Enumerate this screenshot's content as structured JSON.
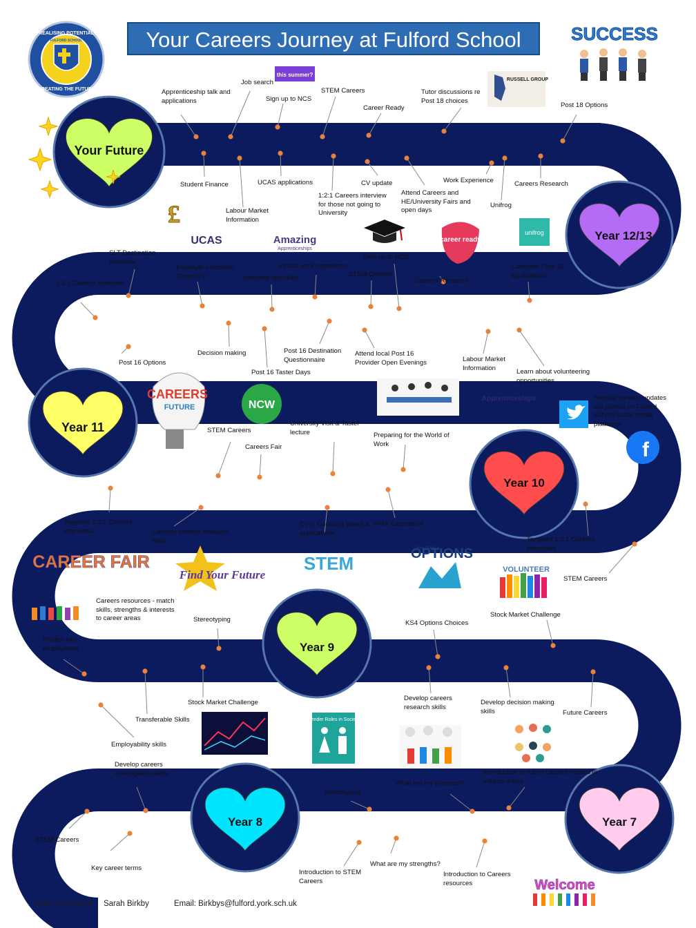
{
  "title": "Your Careers Journey at Fulford School",
  "school_logo": {
    "ring_top": "REALISING POTENTIAL",
    "ring_bottom": "CREATING THE FUTURE",
    "inner": "FULFORD SCHOOL"
  },
  "colors": {
    "road": "#0c1a5e",
    "title_bg": "#2e6db4",
    "circle_fill": "#0c1a5e",
    "heart_your_future": "#ccff66",
    "heart_year_12_13": "#b46bf5",
    "heart_year_11": "#ffff66",
    "heart_year_10": "#ff4d4d",
    "heart_year_9": "#ccff66",
    "heart_year_8": "#00e5ff",
    "heart_year_7": "#ffccee"
  },
  "milestones": {
    "your_future": "Your Future",
    "year_12_13": "Year 12/13",
    "year_11": "Year 11",
    "year_10": "Year 10",
    "year_9": "Year 9",
    "year_8": "Year 8",
    "year_7": "Year 7"
  },
  "labels": [
    "Apprenticeship talk and applications",
    "Job search",
    "Sign up to NCS",
    "STEM Careers",
    "Career Ready",
    "Tutor discussions re Post 18 choices",
    "Post 18 Options",
    "Student Finance",
    "Labour Market Information",
    "UCAS applications",
    "1:2:1 Careers interview for those not going to University",
    "CV update",
    "Attend Careers and HE/University Fairs and open days",
    "Work Experience",
    "Unifrog",
    "Careers Research",
    "SLT Destination interview",
    "1:2:1 Careers interview",
    "Employer lunchtime “Drop-In’s”",
    "Interview tips/skills",
    "Virtual work experience",
    "STEM Careers",
    "Sign up to NCS",
    "Careers Research",
    "Complete Post 16 applications",
    "Post 16 Options",
    "Decision making",
    "Post 16 Taster Days",
    "Post 16 Destination Questionnaire",
    "Attend local Post 16 Provider Open Evenings",
    "Labour Market Information",
    "Learn about volunteering opportunities",
    "Regular careers updates are posted on Fulford School social media platforms",
    "STEM Careers",
    "Careers Fair",
    "University Visit & Taster lecture",
    "Preparing for the World of Work",
    "Targeted 1:2:1 Careers interviews",
    "Develop careers research skills",
    "CV’s; Covering letters & applications",
    "Work Experience",
    "Targeted 1:2:1 Careers interviews",
    "STEM Careers",
    "Careers resources - match skills, strengths & interests to career areas",
    "Stereotyping",
    "KS4 Options Choices",
    "Stock Market Challenge",
    "Routes into employment",
    "Stock Market Challenge",
    "Develop careers research skills",
    "Develop decision making skills",
    "Future Careers",
    "Transferable Skills",
    "Employability skills",
    "Develop careers investigation skills",
    "What are my interests?",
    "Introduction to future careers related to subject areas",
    "Stereotyping",
    "STEM Careers",
    "Key career terms",
    "Introduction to STEM Careers",
    "What are my strengths?",
    "Introduction to Careers resources"
  ],
  "badges": {
    "success": "SUCCESS",
    "russell_group": "RUSSELL GROUP",
    "this_summer": "this summer?",
    "ucas": "UCAS",
    "amazing_apprenticeships": "Amazing",
    "amazing_sub": "Apprenticeships",
    "career_ready": "career ready",
    "unifrog": "unifrog",
    "ncw": "NCW",
    "careers_cloud": "CAREERS",
    "careers_cloud_sub": "FUTURE",
    "apprenticeships": "Apprenticeships",
    "career_fair": "CAREER FAIR",
    "find_your_future": "Find Your Future",
    "stem": "STEM",
    "options": "OPTIONS",
    "options_sub": "Key Stage 4",
    "volunteer": "VOLUNTEER",
    "gender_roles": "Gender Roles in Society",
    "welcome": "Welcome"
  },
  "footer": {
    "head_label": "Head of Careers:",
    "head_name": "Sarah Birkby",
    "email_label": "Email:",
    "email": "Birkbys@fulford.york.sch.uk"
  }
}
